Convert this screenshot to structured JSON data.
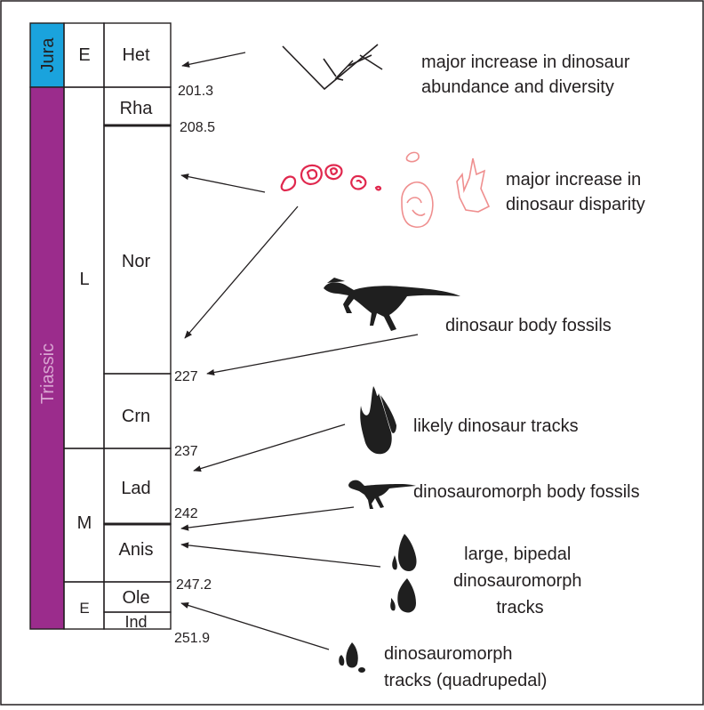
{
  "colors": {
    "period_triassic": "#9b2c8c",
    "period_jurassic": "#1aa3dd",
    "footprint_red": "#e0284e",
    "footprint_pink": "#ef8f8f",
    "line": "#231f20"
  },
  "periods": {
    "jurassic": "Jura",
    "triassic": "Triassic"
  },
  "epochs": {
    "early_jurassic": "E",
    "late_triassic": "L",
    "middle_triassic": "M",
    "early_triassic": "E"
  },
  "stages": {
    "het": "Het",
    "rha": "Rha",
    "nor": "Nor",
    "crn": "Crn",
    "lad": "Lad",
    "anis": "Anis",
    "ole": "Ole",
    "ind": "Ind"
  },
  "ages": {
    "a201": "201.3",
    "a208": "208.5",
    "a227": "227",
    "a237": "237",
    "a242": "242",
    "a247": "247.2",
    "a251": "251.9"
  },
  "events": {
    "abundance": [
      "major increase in dinosaur",
      "abundance and diversity"
    ],
    "disparity": [
      "major increase in",
      "dinosaur disparity"
    ],
    "body_fossils": "dinosaur body fossils",
    "likely_tracks": "likely dinosaur tracks",
    "dinomorph_fossils": "dinosauromorph body fossils",
    "bipedal_tracks": [
      "large, bipedal",
      "dinosauromorph",
      "tracks"
    ],
    "quadrupedal_tracks": [
      "dinosauromorph",
      "tracks (quadrupedal)"
    ]
  },
  "icons": {
    "phylogeny": "phylogeny-tree-icon",
    "footprints": "footprint-outline-icons",
    "dinosaur": "dinosaur-silhouette-icon",
    "track": "track-silhouette-icon"
  }
}
